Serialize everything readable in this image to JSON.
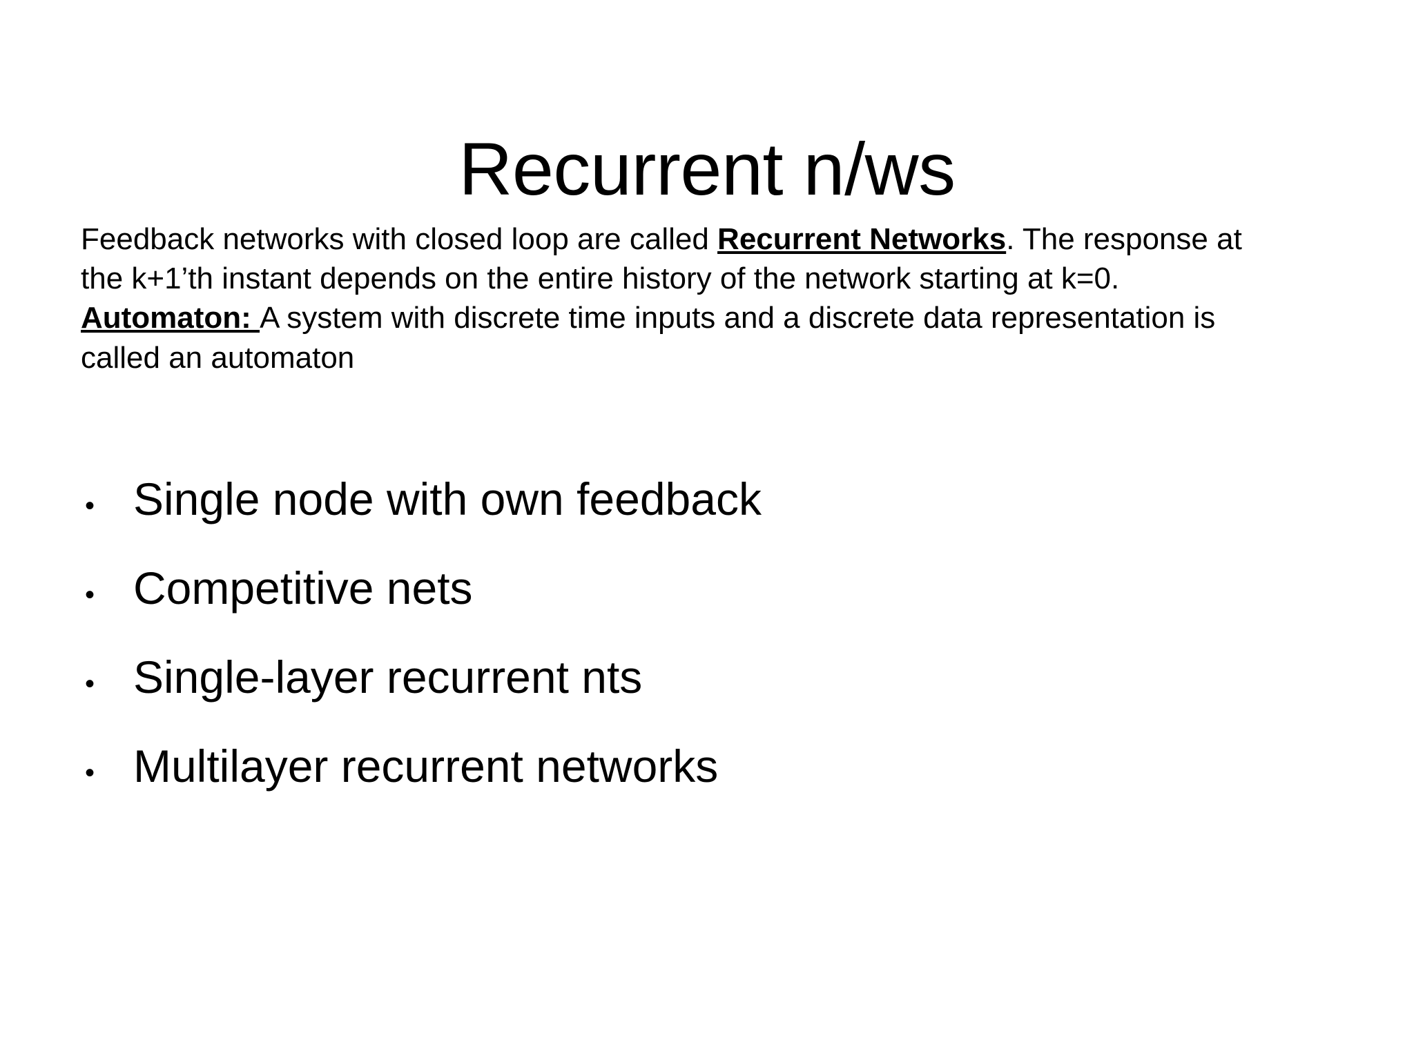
{
  "slide": {
    "title": "Recurrent n/ws",
    "background_color": "#ffffff",
    "text_color": "#000000",
    "body": {
      "paragraph_1": {
        "segment_1": "Feedback networks with closed loop are called ",
        "segment_2_bold_underlined": "Recurrent Networks",
        "segment_3": ". The response at the k+1’th instant depends on the entire history of the network starting at k=0."
      },
      "paragraph_2": {
        "segment_1_bold_underlined": "Automaton: ",
        "segment_2": "A system with discrete time inputs and a discrete data representation is called an automaton"
      }
    },
    "bullets": {
      "marker": "•",
      "items": [
        {
          "label": "Single node with own feedback"
        },
        {
          "label": "Competitive nets"
        },
        {
          "label": "Single-layer recurrent nts"
        },
        {
          "label": "Multilayer recurrent networks"
        }
      ]
    }
  }
}
